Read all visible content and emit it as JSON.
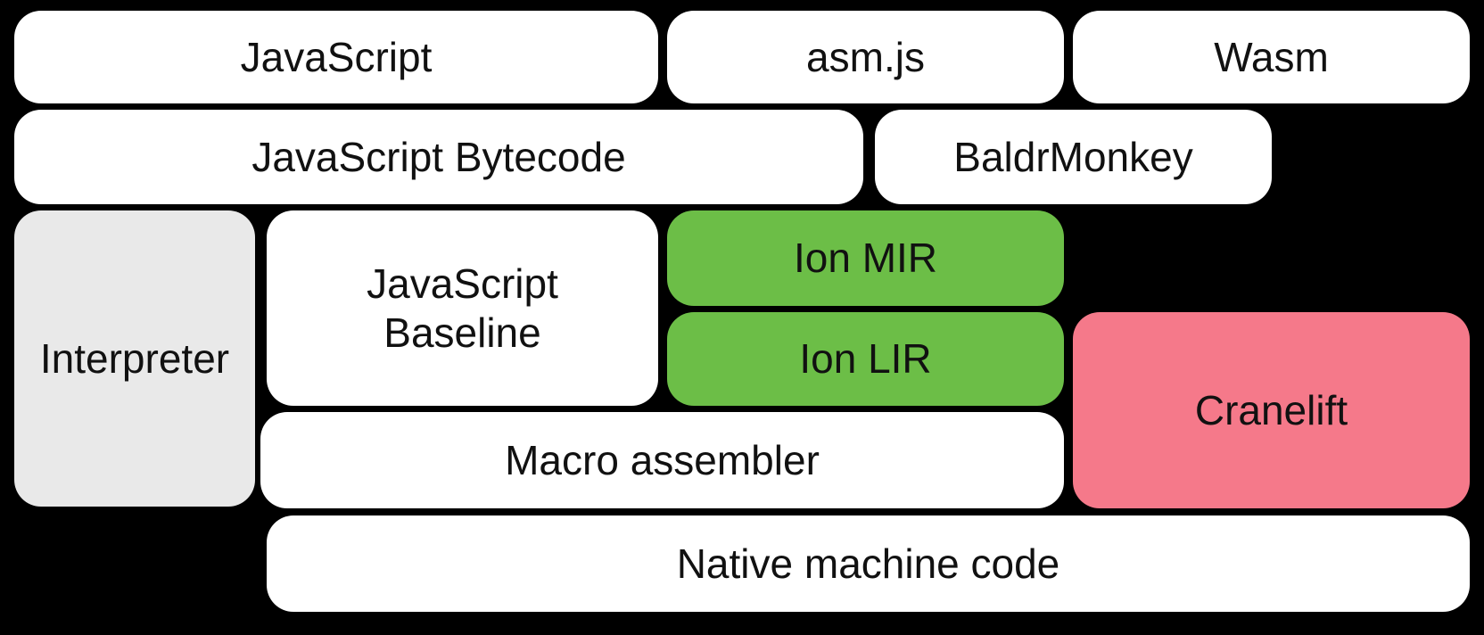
{
  "background_color": "#000000",
  "text_color": "#111111",
  "boxes": {
    "javascript": {
      "label": "JavaScript",
      "color": "#ffffff"
    },
    "asmjs": {
      "label": "asm.js",
      "color": "#ffffff"
    },
    "wasm": {
      "label": "Wasm",
      "color": "#ffffff"
    },
    "bytecode": {
      "label": "JavaScript Bytecode",
      "color": "#ffffff"
    },
    "baldrmonkey": {
      "label": "BaldrMonkey",
      "color": "#ffffff"
    },
    "interpreter": {
      "label": "Interpreter",
      "color": "#e9e9e9"
    },
    "baseline": {
      "label": "JavaScript\nBaseline",
      "color": "#ffffff"
    },
    "ion_mir": {
      "label": "Ion MIR",
      "color": "#6cbe47"
    },
    "ion_lir": {
      "label": "Ion LIR",
      "color": "#6cbe47"
    },
    "cranelift": {
      "label": "Cranelift",
      "color": "#f5798a"
    },
    "macro_assembler": {
      "label": "Macro assembler",
      "color": "#ffffff"
    },
    "native_machine_code": {
      "label": "Native machine code",
      "color": "#ffffff"
    }
  }
}
